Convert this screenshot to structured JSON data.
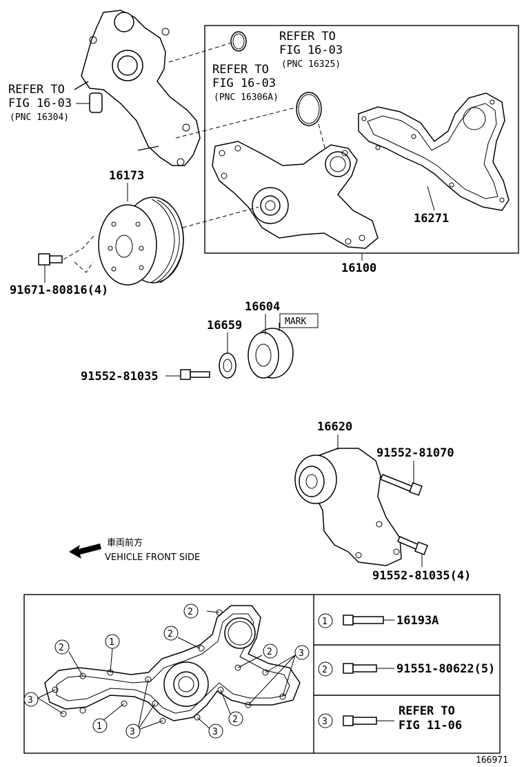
{
  "labels": {
    "ref_16304": {
      "line1": "REFER TO",
      "line2": "FIG 16-03",
      "line3": "(PNC 16304)"
    },
    "ref_16306a": {
      "line1": "REFER TO",
      "line2": "FIG 16-03",
      "line3": "(PNC 16306A)"
    },
    "ref_16325": {
      "line1": "REFER TO",
      "line2": "FIG 16-03",
      "line3": "(PNC 16325)"
    },
    "p16173": "16173",
    "p16271": "16271",
    "p16100": "16100",
    "p91671": "91671-80816(4)",
    "p16604": "16604",
    "p16659": "16659",
    "mark": "MARK",
    "p91552a": "91552-81035",
    "p16620": "16620",
    "p91552b": "91552-81070",
    "p91552c": "91552-81035(4)",
    "front_jp": "車両前方",
    "front_en": "VEHICLE FRONT SIDE",
    "figure_no": "166971"
  },
  "legend": [
    {
      "num": "1",
      "part": "16193A"
    },
    {
      "num": "2",
      "part": "91551-80622(5)"
    },
    {
      "num": "3",
      "part_line1": "REFER TO",
      "part_line2": "FIG 11-06"
    }
  ],
  "callouts": {
    "c1": "1",
    "c2": "2",
    "c3": "3"
  }
}
